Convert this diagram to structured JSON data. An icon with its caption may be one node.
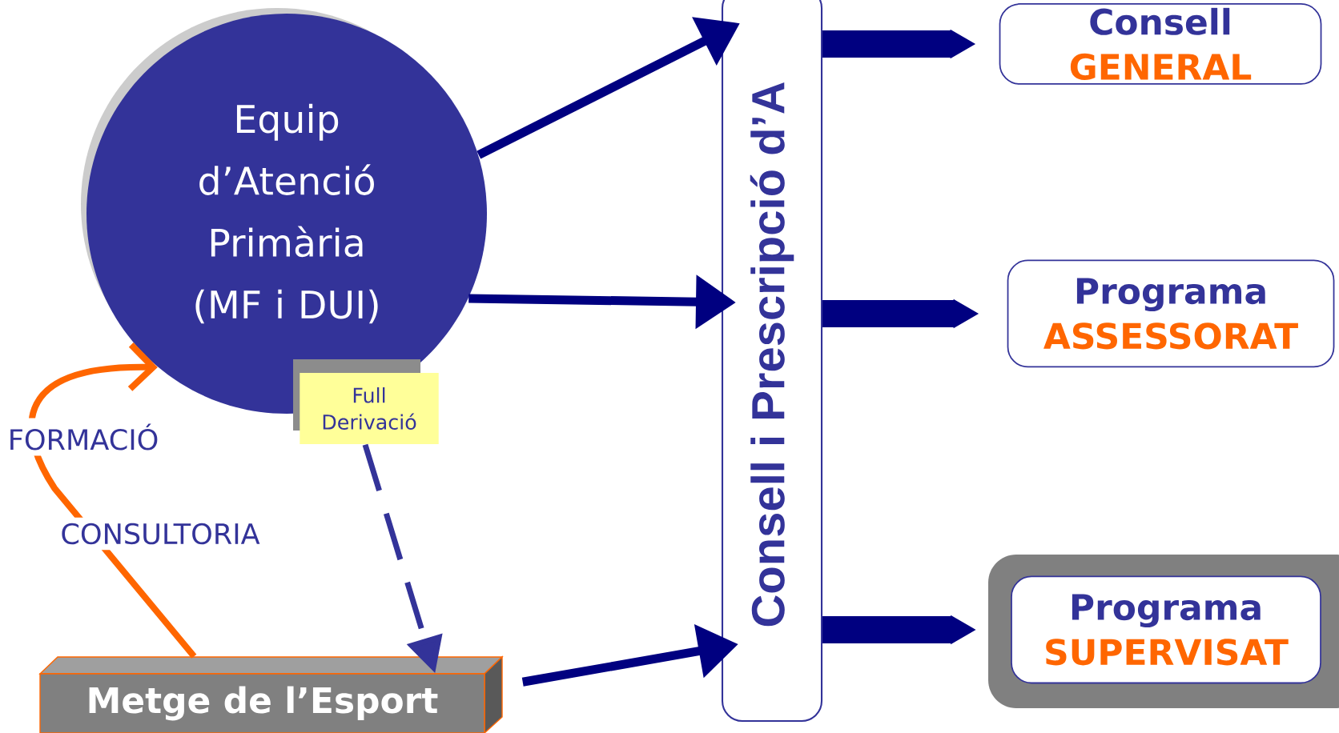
{
  "diagram": {
    "nodes": [
      {
        "text": [
          "Equip d’Atenció Primària (MF i DUI)"
        ]
      },
      {
        "text": [
          "Full Derivació"
        ]
      },
      {
        "text": [
          "Metge de l’Esport"
        ]
      },
      {
        "text": [
          "Consell i Prescripció d’A"
        ]
      },
      {
        "text": [
          "Consell",
          "GENERAL"
        ]
      },
      {
        "text": [
          "Programa",
          "ASSESSORAT"
        ]
      },
      {
        "text": [
          "Programa",
          "SUPERVISAT"
        ]
      }
    ],
    "edges": [
      {
        "from": 0,
        "to": 3,
        "arrow": "to"
      },
      {
        "from": 0,
        "to": 3,
        "arrow": "to"
      },
      {
        "from": 2,
        "to": 3,
        "arrow": "to"
      },
      {
        "from": 3,
        "to": 4,
        "arrow": "to",
        "style": "thick"
      },
      {
        "from": 3,
        "to": 5,
        "arrow": "to",
        "style": "thick"
      },
      {
        "from": 3,
        "to": 6,
        "arrow": "to",
        "style": "thick"
      },
      {
        "from": 1,
        "to": 2,
        "arrow": "to",
        "style": "dashed",
        "color": "#333399"
      },
      {
        "from": 2,
        "to": 0,
        "arrow": "to",
        "color": "#ff6600",
        "label": "FORMACIÓ"
      }
    ],
    "labels": [
      "CONSULTORIA"
    ]
  }
}
